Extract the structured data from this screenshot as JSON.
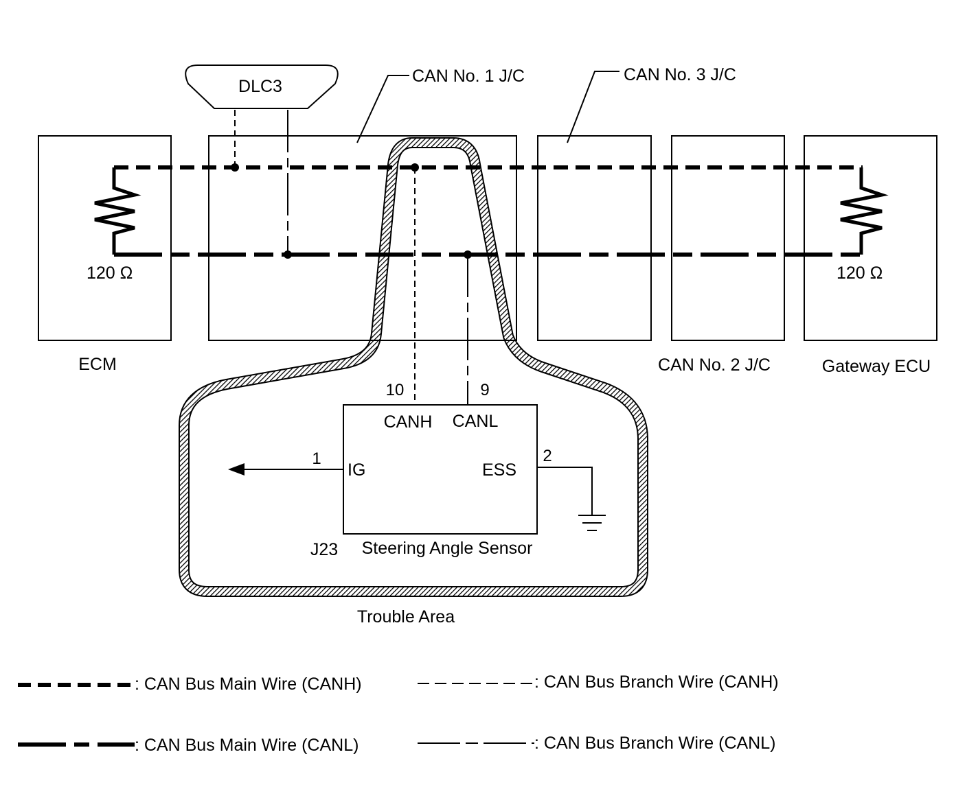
{
  "connectors": {
    "dlc3": "DLC3",
    "can1_jc": "CAN No. 1 J/C",
    "can3_jc": "CAN No. 3 J/C",
    "can2_jc": "CAN No. 2 J/C"
  },
  "ecus": {
    "ecm": "ECM",
    "gateway": "Gateway ECU"
  },
  "resistors": {
    "left": "120 Ω",
    "right": "120 Ω"
  },
  "sensor": {
    "code": "J23",
    "name": "Steering Angle Sensor",
    "pins": {
      "canh_num": "10",
      "canl_num": "9",
      "ig_num": "1",
      "ess_num": "2"
    },
    "terminals": {
      "canh": "CANH",
      "canl": "CANL",
      "ig": "IG",
      "ess": "ESS"
    }
  },
  "trouble_area": "Trouble Area",
  "legend": {
    "main_canh": ": CAN Bus Main Wire (CANH)",
    "branch_canh": ": CAN Bus Branch Wire (CANH)",
    "main_canl": ": CAN Bus Main Wire (CANL)",
    "branch_canl": ": CAN Bus Branch Wire (CANL)"
  }
}
